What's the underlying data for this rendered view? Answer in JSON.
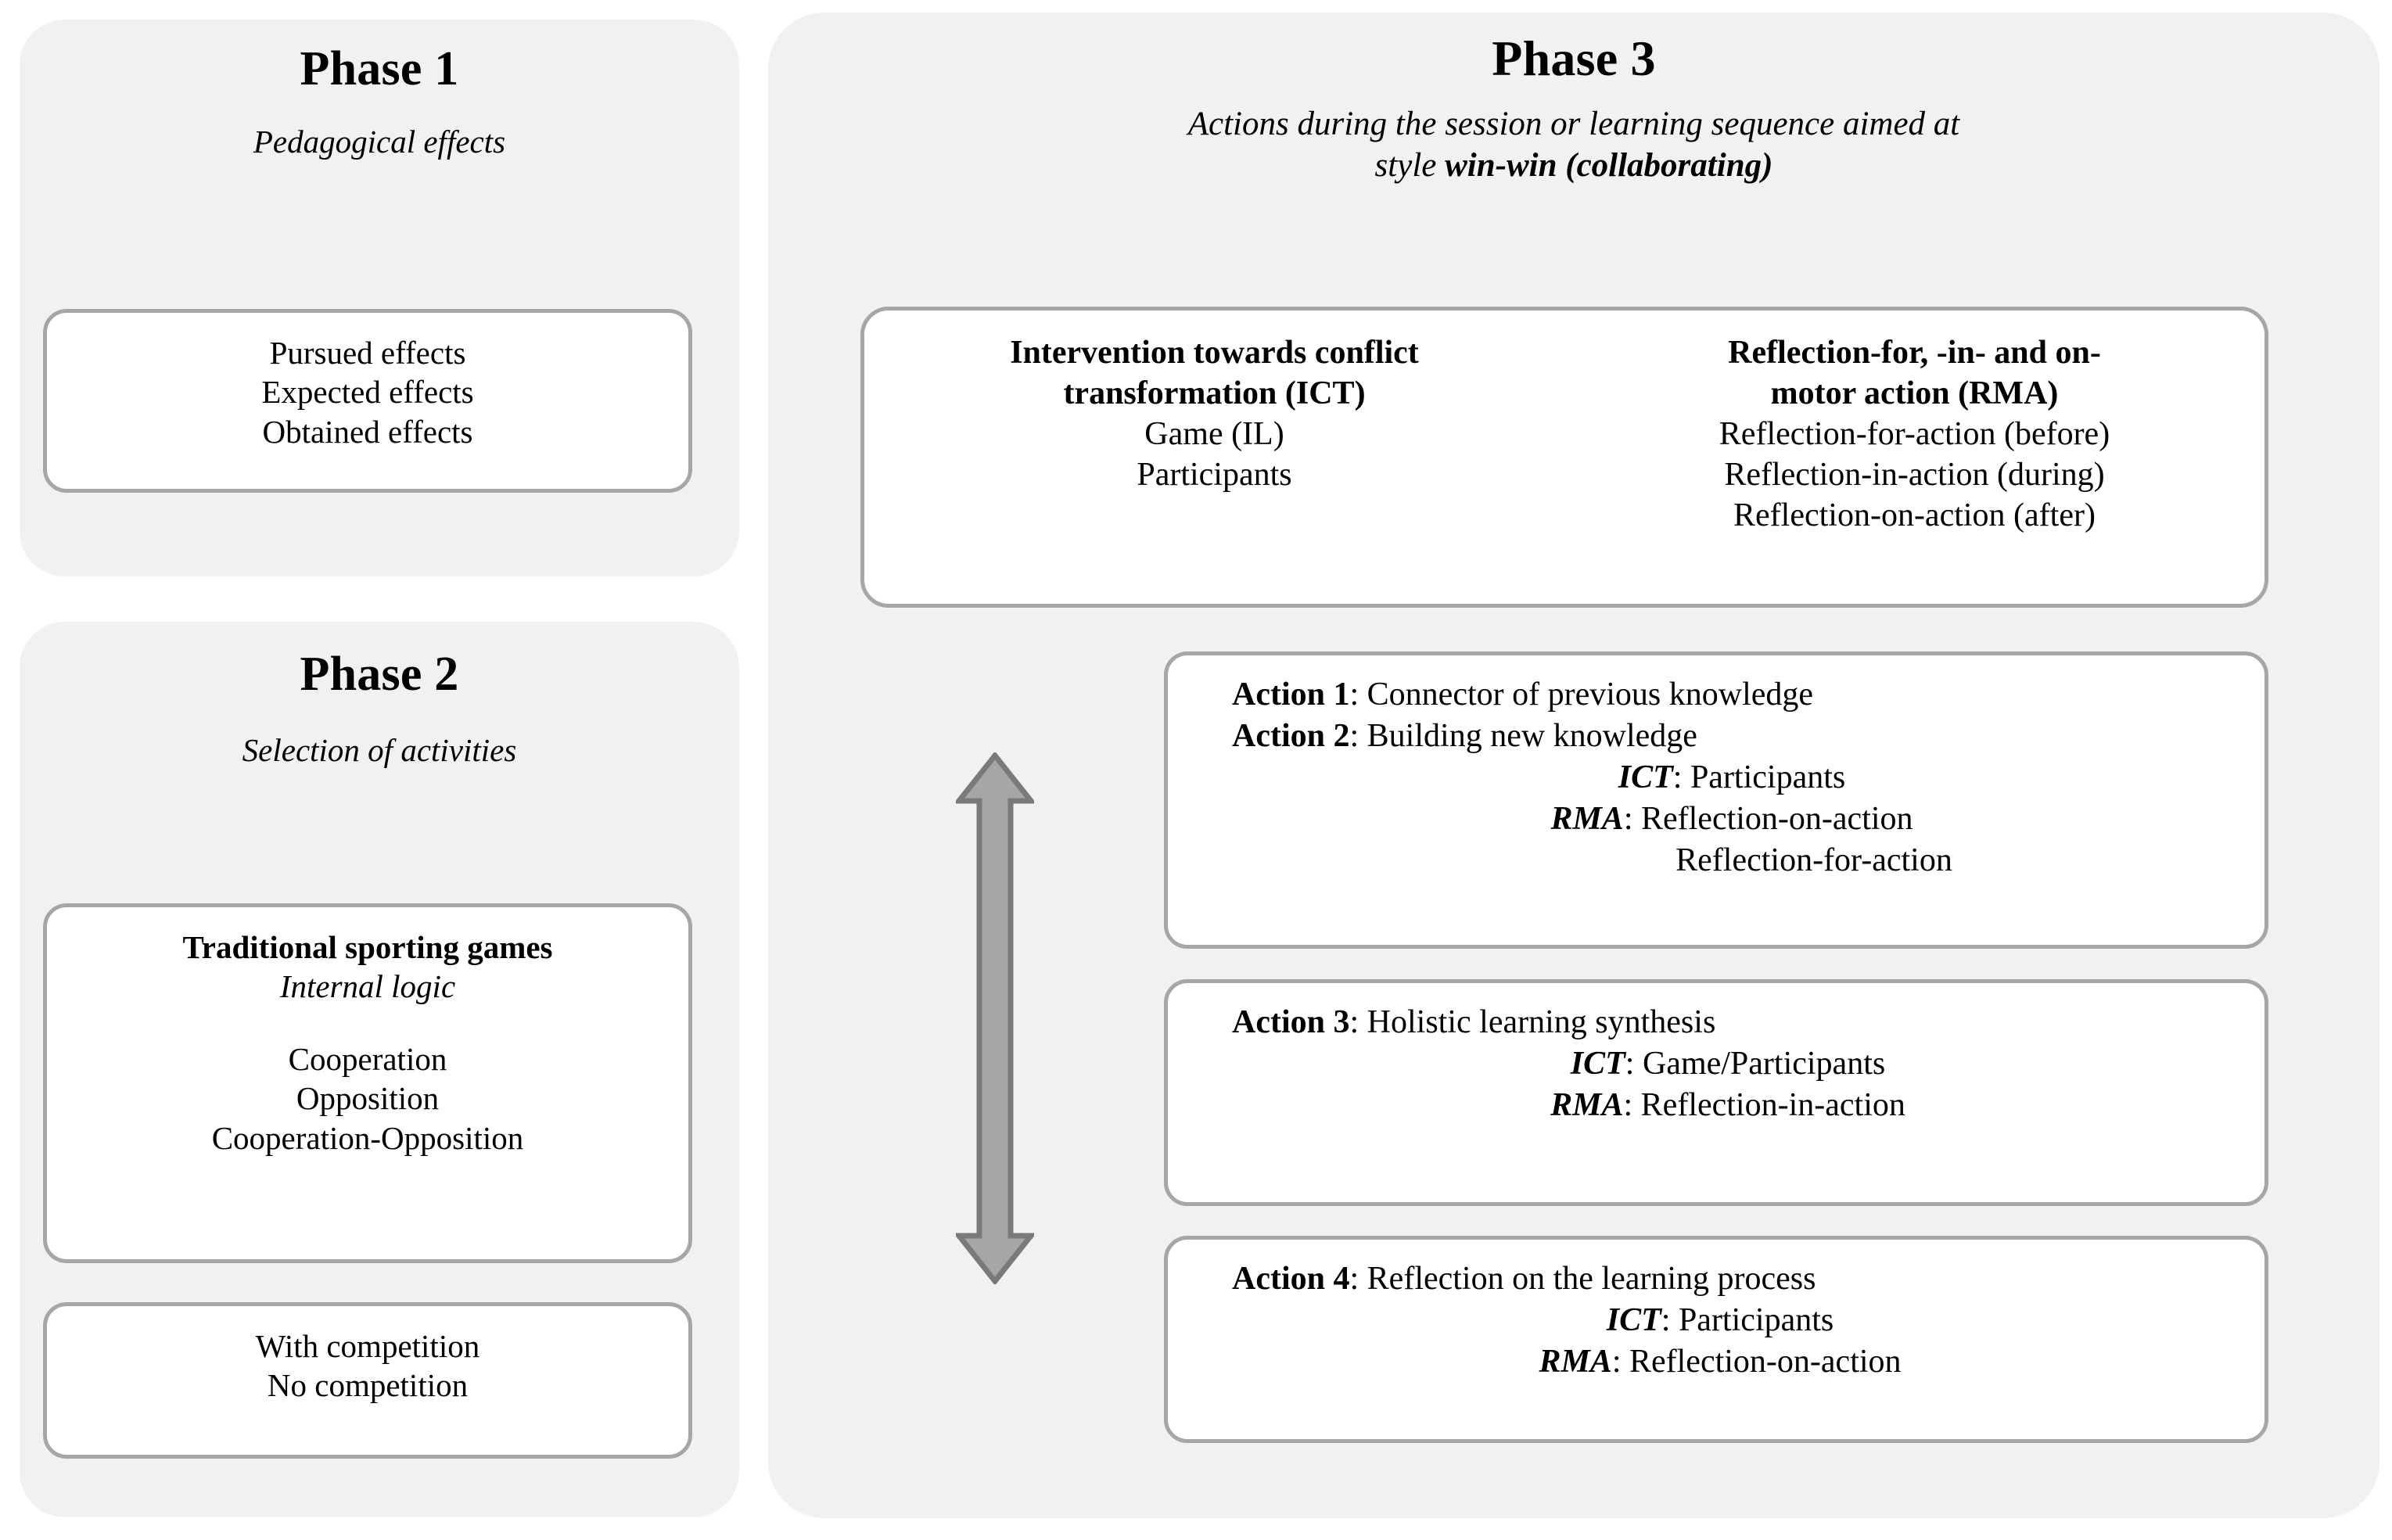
{
  "diagram": {
    "colors": {
      "panel_background": "#f1f1f1",
      "card_background": "#ffffff",
      "card_border": "#a6a6a6",
      "arrow_fill": "#a6a6a6",
      "arrow_stroke": "#7a7a7a",
      "text": "#000000"
    }
  },
  "phase1": {
    "title": "Phase 1",
    "subtitle": "Pedagogical effects",
    "effects_card": {
      "lines": [
        "Pursued effects",
        "Expected effects",
        "Obtained effects"
      ]
    }
  },
  "phase2": {
    "title": "Phase 2",
    "subtitle": "Selection of activities",
    "games_card": {
      "heading": "Traditional sporting games",
      "subheading": "Internal logic",
      "lines": [
        "Cooperation",
        "Opposition",
        "Cooperation-Opposition"
      ]
    },
    "competition_card": {
      "lines": [
        "With competition",
        "No competition"
      ]
    }
  },
  "phase3": {
    "title": "Phase 3",
    "subtitle_line1": "Actions during the session or learning sequence aimed at",
    "subtitle_line2_prefix": "style ",
    "subtitle_line2_emphasis": "win-win (collaborating)",
    "ict_column": {
      "heading_line1": "Intervention towards conflict",
      "heading_line2": "transformation (ICT)",
      "items": [
        "Game (IL)",
        "Participants"
      ]
    },
    "rma_column": {
      "heading_line1": "Reflection-for, -in- and on-",
      "heading_line2": "motor action (RMA)",
      "items": [
        "Reflection-for-action (before)",
        "Reflection-in-action (during)",
        "Reflection-on-action (after)"
      ]
    },
    "arrow": {
      "name": "double-headed-vertical-arrow",
      "direction": "up-down"
    },
    "action_cards": [
      {
        "id": "action-1-2",
        "rows": [
          {
            "label": "Action 1",
            "label_style": "bold",
            "separator": ": ",
            "text": "Connector of previous knowledge",
            "indent": "none"
          },
          {
            "label": "Action 2",
            "label_style": "bold",
            "separator": ": ",
            "text": "Building new knowledge",
            "indent": "none"
          },
          {
            "label": "ICT",
            "label_style": "bold-italic",
            "separator": ": ",
            "text": "Participants",
            "indent": "center"
          },
          {
            "label": "RMA",
            "label_style": "bold-italic",
            "separator": ": ",
            "text": "Reflection-on-action",
            "indent": "center"
          },
          {
            "label": "",
            "label_style": "none",
            "separator": "",
            "text": "Reflection-for-action",
            "indent": "center2"
          }
        ]
      },
      {
        "id": "action-3",
        "rows": [
          {
            "label": "Action 3",
            "label_style": "bold",
            "separator": ": ",
            "text": "Holistic learning synthesis",
            "indent": "none"
          },
          {
            "label": "ICT",
            "label_style": "bold-italic",
            "separator": ": ",
            "text": "Game/Participants",
            "indent": "center"
          },
          {
            "label": "RMA",
            "label_style": "bold-italic",
            "separator": ": ",
            "text": "Reflection-in-action",
            "indent": "center"
          }
        ]
      },
      {
        "id": "action-4",
        "rows": [
          {
            "label": "Action 4",
            "label_style": "bold",
            "separator": ": ",
            "text": "Reflection on the learning process",
            "indent": "none"
          },
          {
            "label": "ICT",
            "label_style": "bold-italic",
            "separator": ": ",
            "text": "Participants",
            "indent": "center"
          },
          {
            "label": "RMA",
            "label_style": "bold-italic",
            "separator": ": ",
            "text": "Reflection-on-action",
            "indent": "center"
          }
        ]
      }
    ]
  }
}
